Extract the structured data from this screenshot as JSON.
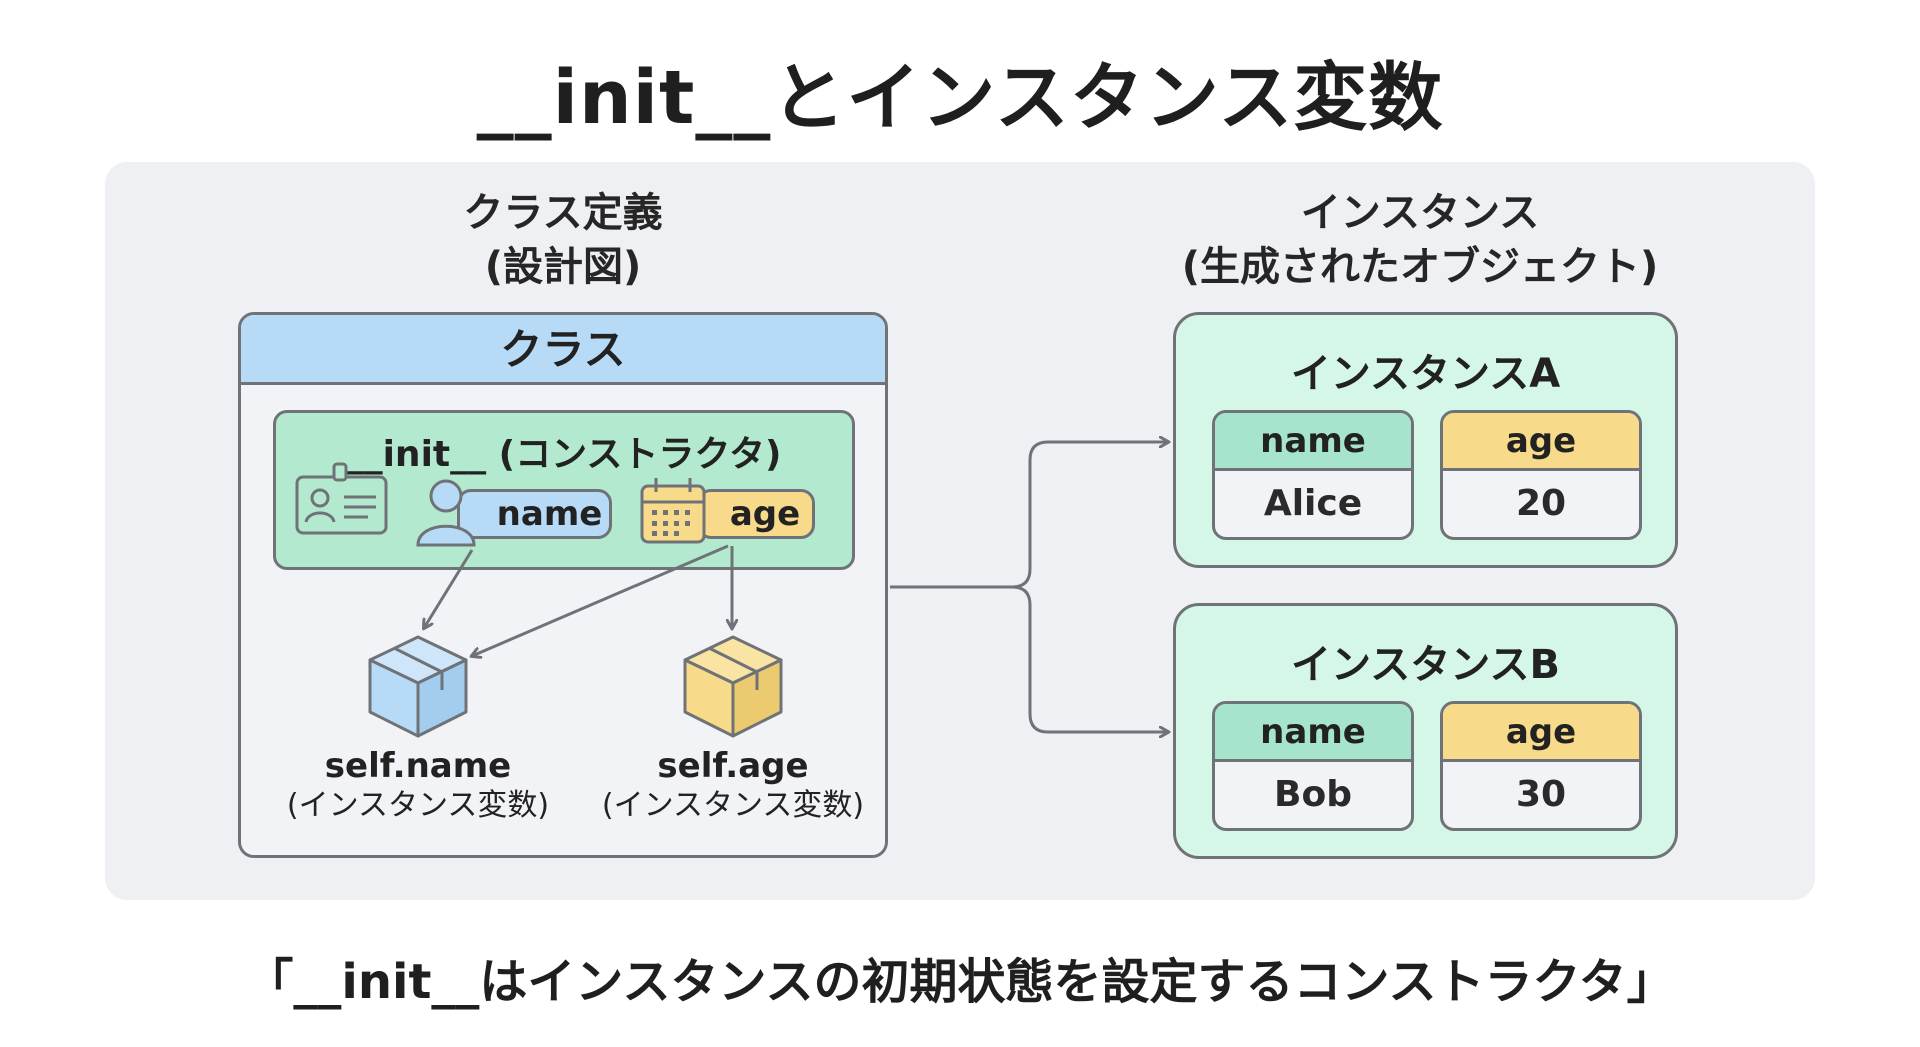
{
  "title": "__init__とインスタンス変数",
  "left_section": {
    "heading_line1": "クラス定義",
    "heading_line2": "(設計図)"
  },
  "right_section": {
    "heading_line1": "インスタンス",
    "heading_line2": "(生成されたオブジェクト)"
  },
  "class_box": {
    "header": "クラス",
    "init_label": "__init__ (コンストラクタ)",
    "param_name": "name",
    "param_age": "age",
    "icons": [
      "id-card-icon",
      "person-icon",
      "calendar-icon",
      "box-icon"
    ]
  },
  "variables": [
    {
      "label": "self.name",
      "sub": "(インスタンス変数)",
      "color": "#b7dbf7"
    },
    {
      "label": "self.age",
      "sub": "(インスタンス変数)",
      "color": "#f7db8a"
    }
  ],
  "instances": [
    {
      "title": "インスタンスA",
      "name_key": "name",
      "age_key": "age",
      "name_value": "Alice",
      "age_value": "20"
    },
    {
      "title": "インスタンスB",
      "name_key": "name",
      "age_key": "age",
      "name_value": "Bob",
      "age_value": "30"
    }
  ],
  "caption": "「__init__はインスタンスの初期状態を設定するコンストラクタ」",
  "colors": {
    "class_header": "#b7dbf7",
    "init_box": "#b2e9cf",
    "instance_box": "#d4f7e8",
    "name_key": "#a6e5cb",
    "age_key": "#f7db8a",
    "panel": "#eef0f4",
    "stroke": "#6f7378"
  }
}
